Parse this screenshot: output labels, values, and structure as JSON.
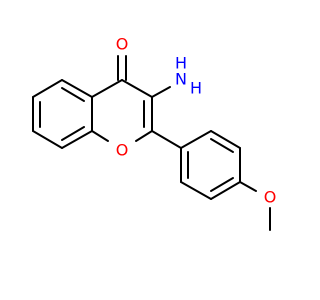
{
  "molecule": {
    "atoms": {
      "carbonyl_oxygen": "O",
      "ring_oxygen": "O",
      "methoxy_oxygen": "O",
      "amine_nitrogen": "N",
      "amine_hydrogen_1": "H",
      "amine_hydrogen_2": "H"
    },
    "colors": {
      "bond": "#000000",
      "oxygen": "#ff0000",
      "nitrogen": "#0000ff"
    }
  }
}
